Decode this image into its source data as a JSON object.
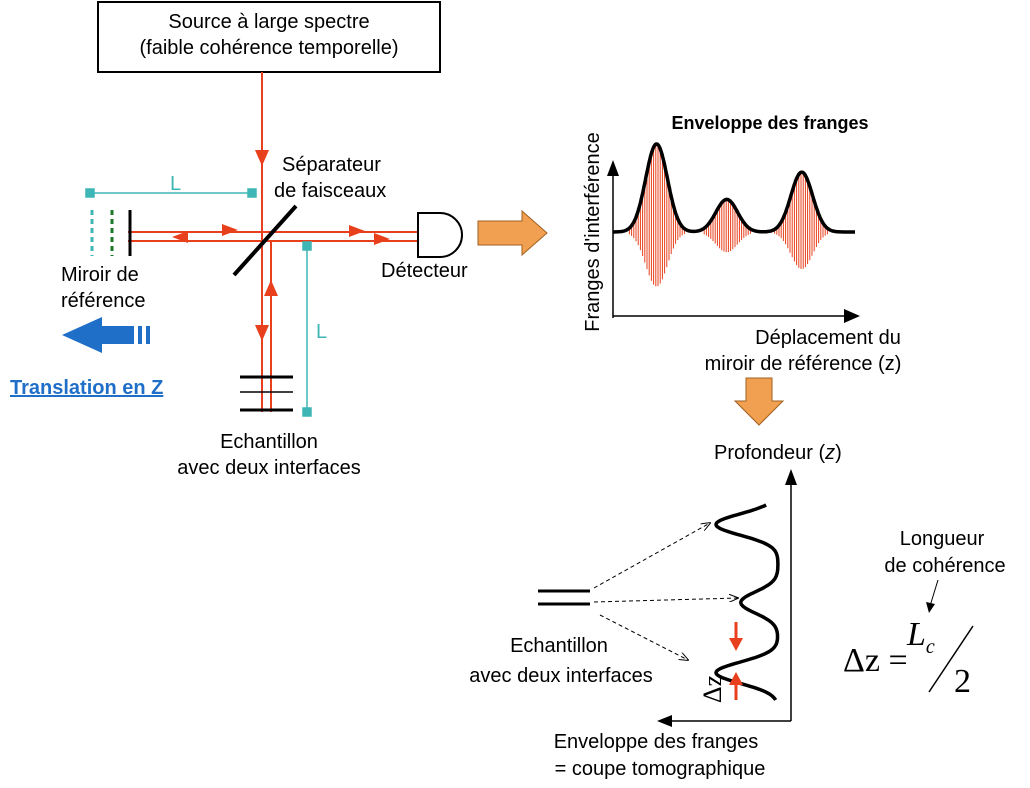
{
  "source": {
    "line1": "Source à large spectre",
    "line2": "(faible cohérence temporelle)"
  },
  "splitter": {
    "line1": "Séparateur",
    "line2": "de faisceaux"
  },
  "detector": {
    "label": "Détecteur"
  },
  "reference_mirror": {
    "line1": "Miroir de",
    "line2": "référence"
  },
  "translation": {
    "label": "Translation en Z"
  },
  "path_length": {
    "label": "L"
  },
  "sample_top": {
    "line1": "Echantillon",
    "line2": "avec deux interfaces"
  },
  "fringes_plot": {
    "title": "Enveloppe des franges",
    "ylabel": "Franges d'interférence",
    "xlabel_line1": "Déplacement du",
    "xlabel_line2": "miroir de référence (z)"
  },
  "chart_data": {
    "type": "line",
    "title": "Enveloppe des franges",
    "ylabel": "Franges d'interférence",
    "xlabel": "Déplacement du miroir de référence (z)",
    "peaks": [
      {
        "position": 0.18,
        "amplitude": 1.0
      },
      {
        "position": 0.47,
        "amplitude": 0.37
      },
      {
        "position": 0.78,
        "amplitude": 0.68
      }
    ]
  },
  "depth_plot": {
    "ylabel_prefix": "Profondeur (",
    "ylabel_var": "z",
    "ylabel_suffix": ")",
    "sample_line1": "Echantillon",
    "sample_line2": "avec deux interfaces",
    "caption_line1": "Enveloppe des franges",
    "caption_line2": "= coupe tomographique",
    "delta_label": "Δz"
  },
  "coherence": {
    "line1": "Longueur",
    "line2": "de cohérence",
    "formula_lhs": "Δz =",
    "formula_L": "L",
    "formula_sub": "c",
    "formula_den": "2"
  },
  "colors": {
    "beam": "#e8401c",
    "teal": "#3fb6b6",
    "blue_arrow": "#1f6fc8",
    "orange_arrow": "#f0a050",
    "green_dash": "#1a7a2a"
  }
}
